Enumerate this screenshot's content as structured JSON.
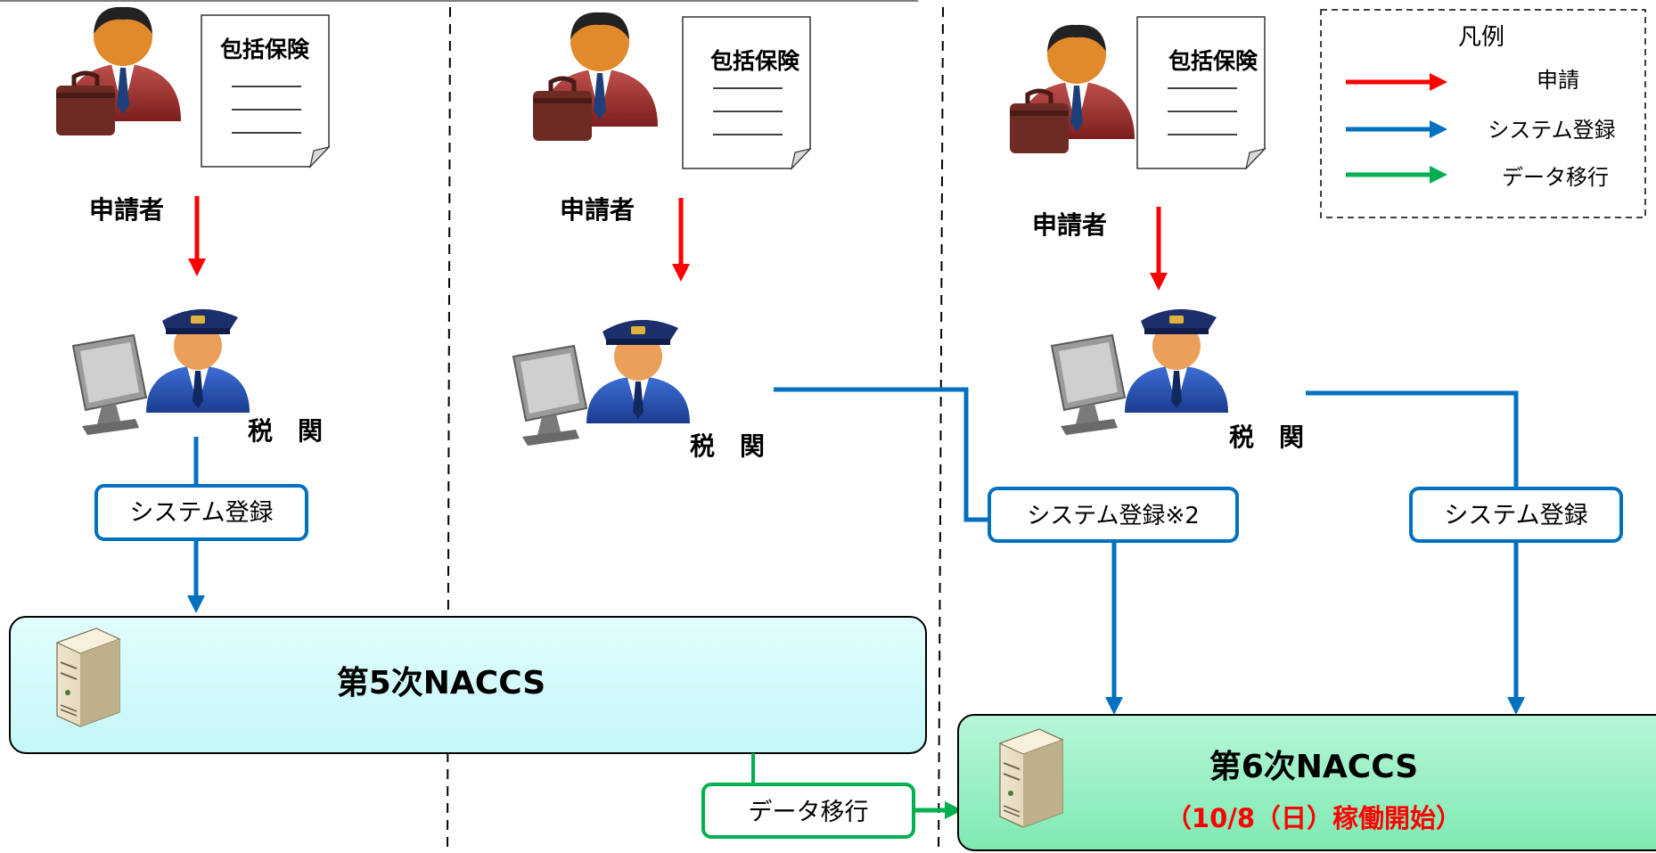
{
  "applicant_label": "申請者",
  "customs_label": "税　関",
  "document_title": "包括保険",
  "naccs5": {
    "title": "第5次NACCS"
  },
  "naccs6": {
    "title": "第6次NACCS",
    "note": "（10/8（日）稼働開始）"
  },
  "flow_labels": {
    "system_registration": "システム登録",
    "system_registration_note2": "システム登録※2",
    "data_migration": "データ移行"
  },
  "legend": {
    "title": "凡例",
    "items": [
      {
        "label": "申請",
        "color": "#ff0000"
      },
      {
        "label": "システム登録",
        "color": "#0070c0"
      },
      {
        "label": "データ移行",
        "color": "#00b050"
      }
    ]
  },
  "colors": {
    "apply": "#ff0000",
    "register": "#0070c0",
    "migrate": "#00b050",
    "naccs5_fill": "#c9fbfb",
    "naccs6_fill": "#8af0bd",
    "note_text": "#ff0000"
  }
}
